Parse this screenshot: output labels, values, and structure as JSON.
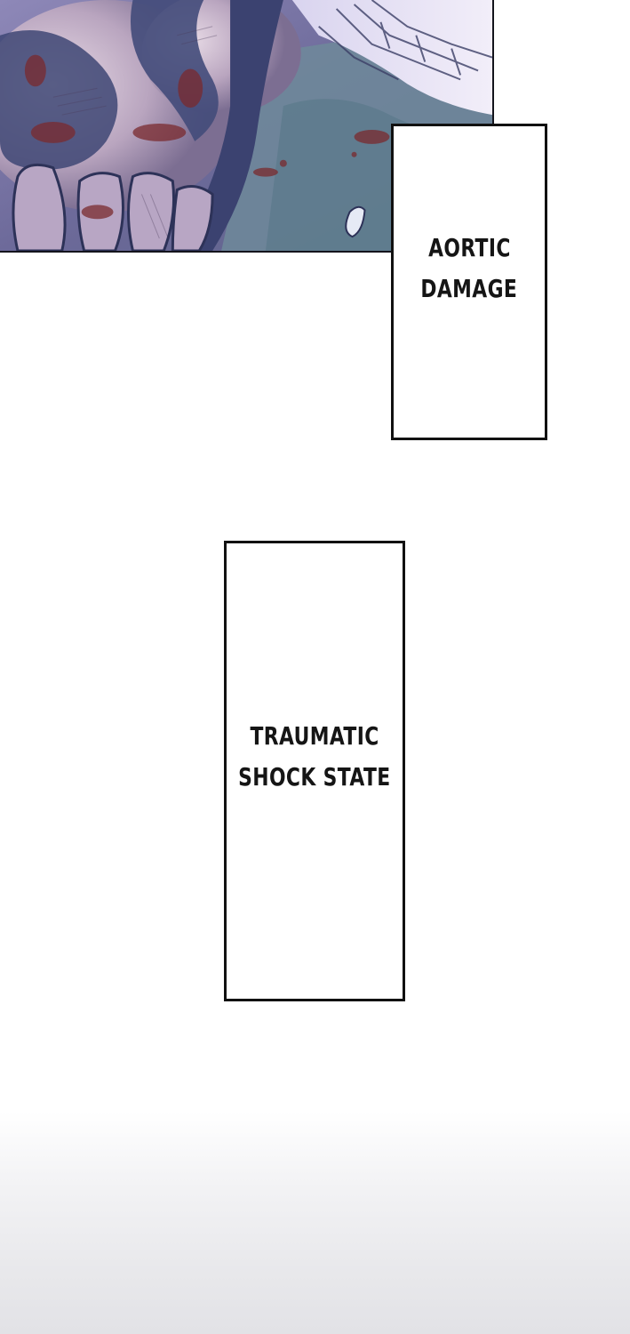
{
  "captions": {
    "aortic": {
      "lines": [
        "AORTIC",
        "DAMAGE"
      ]
    },
    "shock": {
      "lines": [
        "TRAUMATIC",
        "SHOCK STATE"
      ]
    }
  },
  "colors": {
    "panel_shadow": "#3f4675",
    "panel_light": "#c9c1e4",
    "blood": "#7a2a2e",
    "border": "#111111",
    "background": "#ffffff"
  }
}
